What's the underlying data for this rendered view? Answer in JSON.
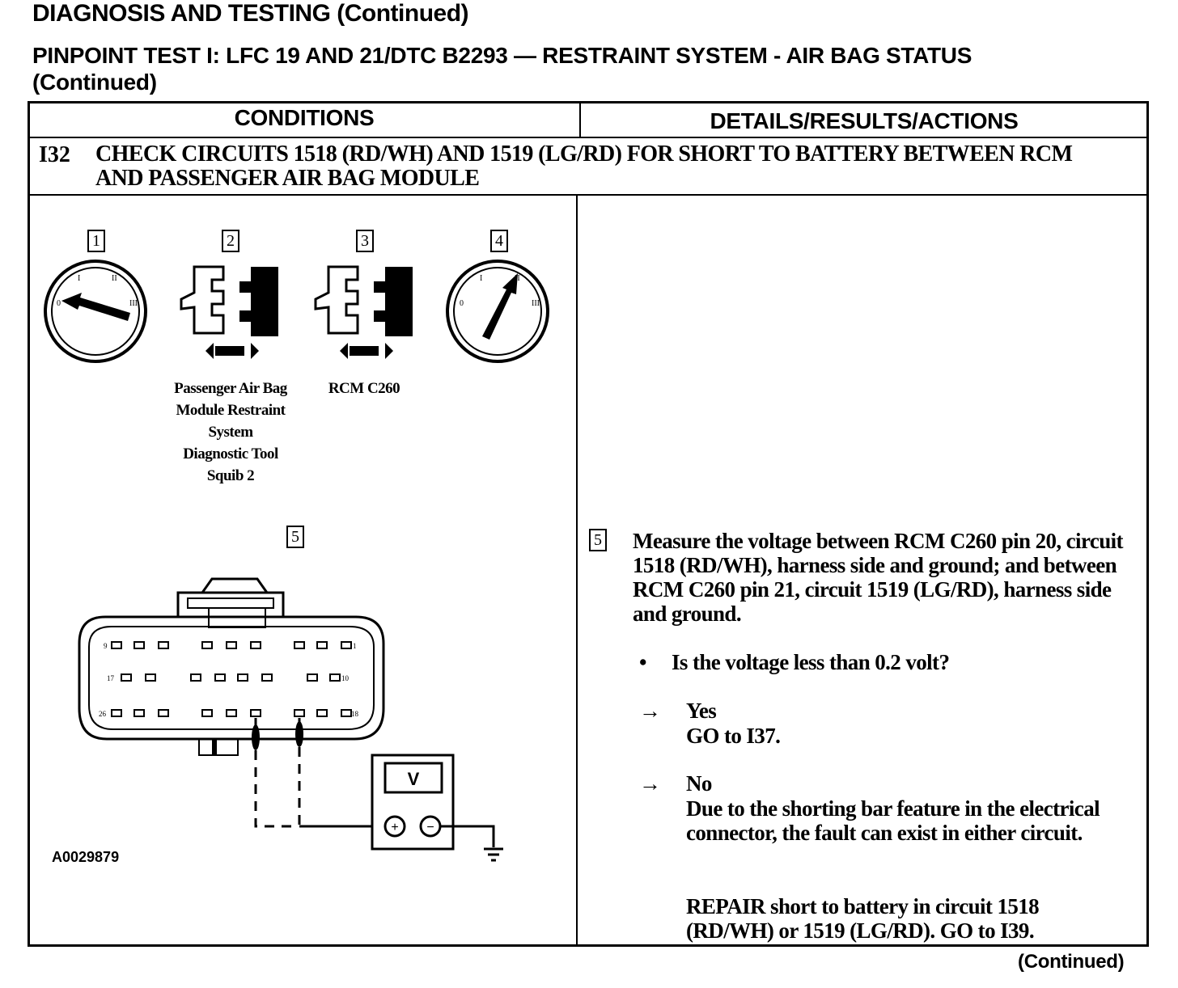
{
  "header": {
    "page_title": "DIAGNOSIS AND TESTING (Continued)",
    "test_title": "PINPOINT TEST I: LFC 19 AND 21/DTC B2293 — RESTRAINT SYSTEM - AIR BAG STATUS",
    "test_title_cont": "(Continued)"
  },
  "table": {
    "col_conditions": "CONDITIONS",
    "col_details": "DETAILS/RESULTS/ACTIONS",
    "step_id": "I32",
    "step_heading": "CHECK CIRCUITS 1518 (RD/WH) AND 1519 (LG/RD) FOR SHORT TO BATTERY BETWEEN RCM AND PASSENGER AIR BAG MODULE"
  },
  "figure": {
    "step_numbers": [
      "1",
      "2",
      "3",
      "4",
      "5"
    ],
    "ignition_marks": [
      "0",
      "I",
      "II",
      "III"
    ],
    "caption_passenger": [
      "Passenger Air Bag",
      "Module Restraint",
      "System",
      "Diagnostic Tool",
      "Squib 2"
    ],
    "caption_rcm": "RCM C260",
    "pin_labels": [
      "9",
      "1",
      "17",
      "10",
      "26",
      "18"
    ],
    "meter_display": "V",
    "meter_plus": "+",
    "meter_minus": "−",
    "figure_id": "A0029879"
  },
  "details": {
    "step_number": "5",
    "instruction": "Measure the voltage between RCM C260 pin 20, circuit 1518 (RD/WH), harness side and ground; and between RCM C260 pin 21, circuit 1519 (LG/RD), harness side and ground.",
    "bullet": "•",
    "question": "Is the voltage less than 0.2 volt?",
    "arrow": "→",
    "yes_label": "Yes",
    "yes_action": "GO to I37.",
    "no_label": "No",
    "no_explanation": "Due to the shorting bar feature in the electrical connector, the fault can exist in either circuit.",
    "no_action": "REPAIR short to battery in circuit 1518 (RD/WH) or 1519 (LG/RD). GO to I39."
  },
  "footer": {
    "continued": "(Continued)"
  }
}
